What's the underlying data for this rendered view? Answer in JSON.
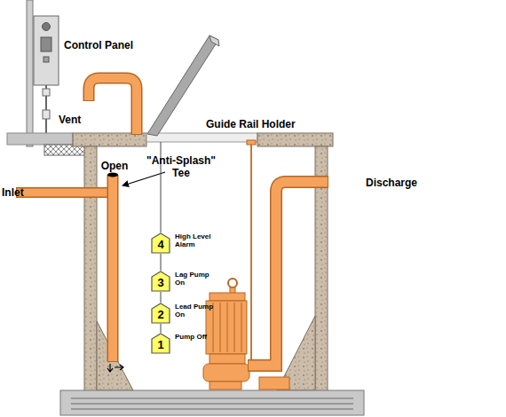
{
  "diagram": {
    "nodes": [
      {
        "text": [
          "4",
          "High Level Alarm"
        ]
      },
      {
        "text": [
          "3",
          "Lag Pump On"
        ]
      },
      {
        "text": [
          "2",
          "Lead Pump On"
        ]
      },
      {
        "text": [
          "1",
          "Pump Off"
        ]
      }
    ],
    "edges": [
      {
        "from": 0,
        "to": 1,
        "arrow": "none"
      },
      {
        "from": 1,
        "to": 2,
        "arrow": "none"
      },
      {
        "from": 2,
        "to": 3,
        "arrow": "none"
      }
    ],
    "labels": [
      "Control Panel",
      "Vent",
      "Guide Rail Holder",
      "Open",
      "\"Anti-Splash\" Tee",
      "Inlet",
      "Discharge"
    ]
  }
}
